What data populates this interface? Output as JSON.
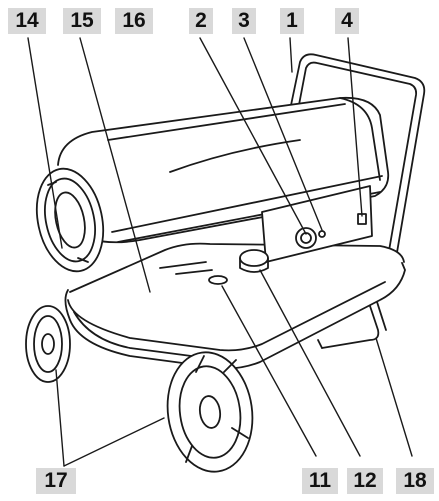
{
  "callouts": [
    {
      "id": "c14",
      "label": "14"
    },
    {
      "id": "c15",
      "label": "15"
    },
    {
      "id": "c16",
      "label": "16"
    },
    {
      "id": "c2",
      "label": "2"
    },
    {
      "id": "c3",
      "label": "3"
    },
    {
      "id": "c1",
      "label": "1"
    },
    {
      "id": "c4",
      "label": "4"
    },
    {
      "id": "c17",
      "label": "17"
    },
    {
      "id": "c11",
      "label": "11"
    },
    {
      "id": "c12",
      "label": "12"
    },
    {
      "id": "c18",
      "label": "18"
    }
  ],
  "colors": {
    "label_bg": "#d9d9d9",
    "line": "#1a1a1a",
    "fill": "#ffffff"
  }
}
